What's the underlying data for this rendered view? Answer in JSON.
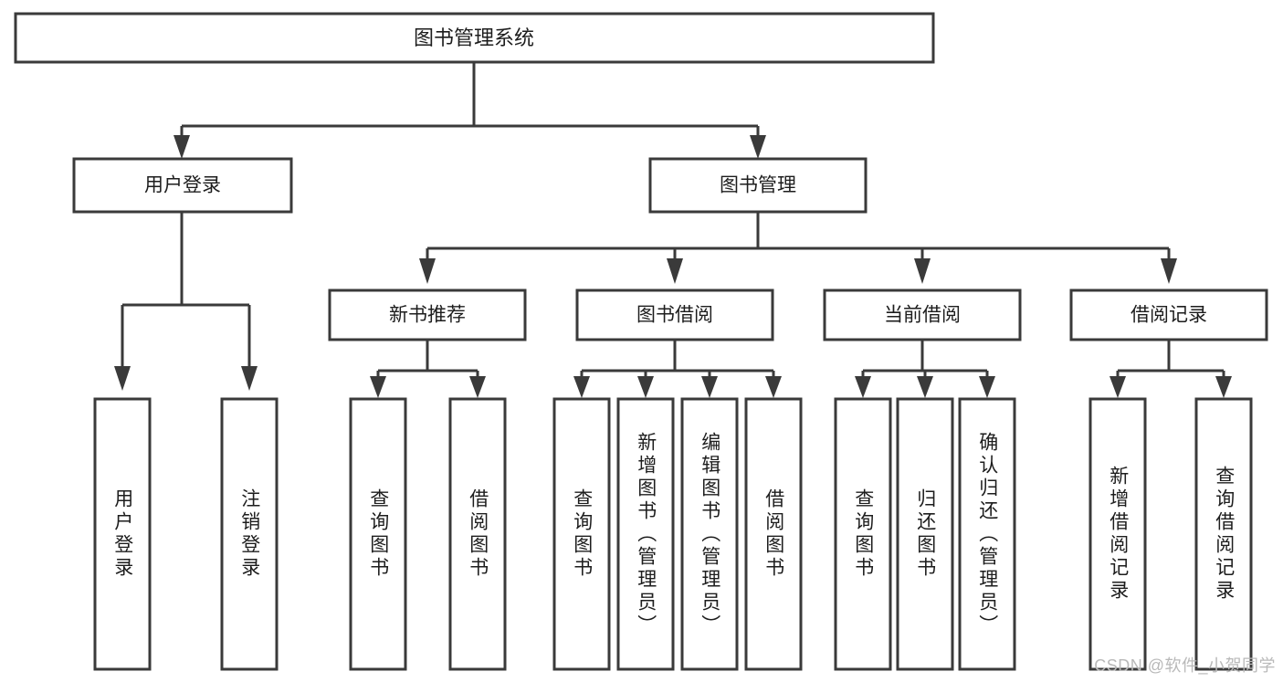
{
  "diagram": {
    "title": "图书管理系统",
    "type": "tree",
    "root": {
      "id": "root",
      "label": "图书管理系统"
    },
    "level2": [
      {
        "id": "user-login",
        "label": "用户登录"
      },
      {
        "id": "book-management",
        "label": "图书管理"
      }
    ],
    "level3": [
      {
        "id": "new-book-recommend",
        "label": "新书推荐",
        "parent": "book-management"
      },
      {
        "id": "book-borrow",
        "label": "图书借阅",
        "parent": "book-management"
      },
      {
        "id": "current-borrow",
        "label": "当前借阅",
        "parent": "book-management"
      },
      {
        "id": "borrow-record",
        "label": "借阅记录",
        "parent": "book-management"
      }
    ],
    "leaves": {
      "user-login": [
        {
          "id": "leaf-user-login",
          "label": "用户登录"
        },
        {
          "id": "leaf-user-logout",
          "label": "注销登录"
        }
      ],
      "new-book-recommend": [
        {
          "id": "leaf-query-book-1",
          "label": "查询图书"
        },
        {
          "id": "leaf-borrow-book-1",
          "label": "借阅图书"
        }
      ],
      "book-borrow": [
        {
          "id": "leaf-query-book-2",
          "label": "查询图书"
        },
        {
          "id": "leaf-add-book",
          "label": "新增图书（管理员）"
        },
        {
          "id": "leaf-edit-book",
          "label": "编辑图书（管理员）"
        },
        {
          "id": "leaf-borrow-book-2",
          "label": "借阅图书"
        }
      ],
      "current-borrow": [
        {
          "id": "leaf-query-book-3",
          "label": "查询图书"
        },
        {
          "id": "leaf-return-book",
          "label": "归还图书"
        },
        {
          "id": "leaf-confirm-return",
          "label": "确认归还（管理员）"
        }
      ],
      "borrow-record": [
        {
          "id": "leaf-add-record",
          "label": "新增借阅记录"
        },
        {
          "id": "leaf-query-record",
          "label": "查询借阅记录"
        }
      ]
    },
    "colors": {
      "stroke": "#3a3a3a",
      "fill": "#ffffff",
      "text": "#1d1d1d",
      "watermark": "#b9b9b9"
    }
  },
  "watermark": {
    "text": "CSDN @软件_小贺同学"
  }
}
